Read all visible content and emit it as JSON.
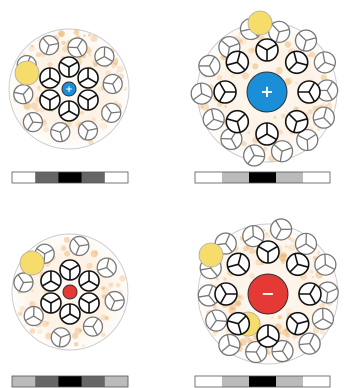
{
  "panels": [
    {
      "id": "top-left",
      "center_charge": "positive",
      "center_label": "+",
      "center_color": "#1a8fd8",
      "center_size": "small",
      "halo_color": "#e8a04a",
      "halo_density": "medium",
      "yellow_particles": 1,
      "inner_wheels": 6,
      "outer_wheels": 10,
      "grayscale_strip": [
        "#ffffff",
        "#666666",
        "#000000",
        "#666666",
        "#ffffff"
      ]
    },
    {
      "id": "top-right",
      "center_charge": "positive",
      "center_label": "+",
      "center_color": "#1a8fd8",
      "center_size": "large",
      "halo_color": "#e8a04a",
      "halo_density": "medium",
      "yellow_particles": 1,
      "inner_wheels": 8,
      "outer_wheels": 14,
      "grayscale_strip": [
        "#ffffff",
        "#bbbbbb",
        "#000000",
        "#bbbbbb",
        "#ffffff"
      ]
    },
    {
      "id": "bottom-left",
      "center_charge": "negative",
      "center_label": "",
      "center_color": "#e53935",
      "center_size": "small",
      "halo_color": "#e8a04a",
      "halo_density": "light",
      "yellow_particles": 1,
      "inner_wheels": 6,
      "outer_wheels": 8,
      "grayscale_strip": [
        "#bbbbbb",
        "#666666",
        "#000000",
        "#666666",
        "#bbbbbb"
      ]
    },
    {
      "id": "bottom-right",
      "center_charge": "negative",
      "center_label": "−",
      "center_color": "#e53935",
      "center_size": "large",
      "halo_color": "#e8a04a",
      "halo_density": "heavy",
      "yellow_particles": 2,
      "inner_wheels": 8,
      "outer_wheels": 14,
      "grayscale_strip": [
        "#ffffff",
        "#bbbbbb",
        "#000000",
        "#bbbbbb",
        "#ffffff"
      ]
    }
  ],
  "colors": {
    "yellow_particle": "#f6dc6a",
    "inner_wheel_stroke": "#111111",
    "outer_wheel_stroke": "#777777"
  }
}
